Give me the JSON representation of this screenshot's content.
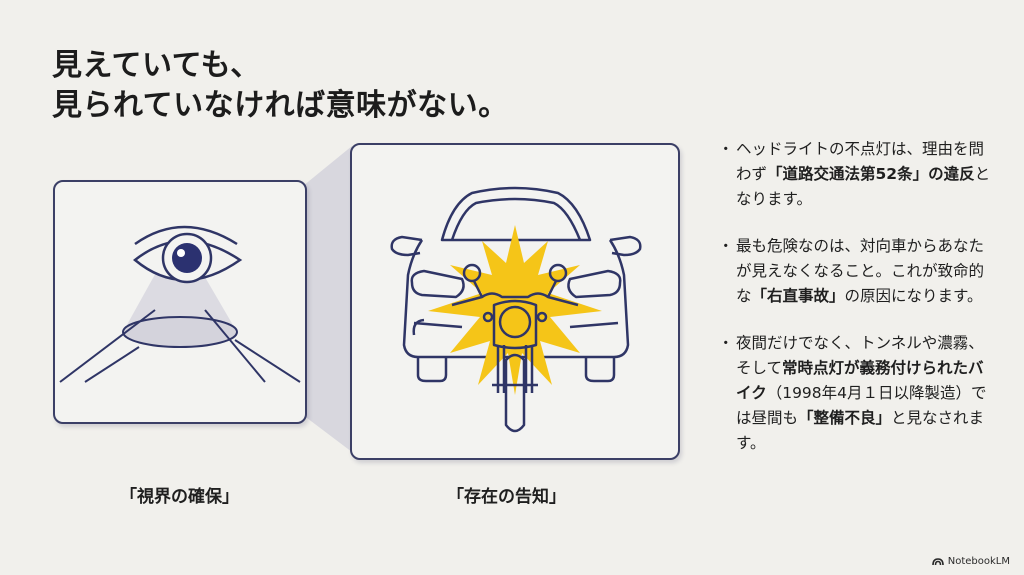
{
  "title": {
    "line1": "見えていても、",
    "line2": "見られていなければ意味がない。"
  },
  "panels": {
    "left": {
      "icon": "eye-field-of-view-icon",
      "caption": "「視界の確保」"
    },
    "right": {
      "icon": "car-motorcycle-headlight-icon",
      "caption": "「存在の告知」"
    }
  },
  "bullets": [
    {
      "parts": [
        {
          "text": "ヘッドライトの不点灯は、理由を問わず",
          "bold": false
        },
        {
          "text": "「道路交通法第52条」の違反",
          "bold": true
        },
        {
          "text": "となります。",
          "bold": false
        }
      ]
    },
    {
      "parts": [
        {
          "text": "最も危険なのは、対向車からあなたが見えなくなること。これが致命的な",
          "bold": false
        },
        {
          "text": "「右直事故」",
          "bold": true
        },
        {
          "text": "の原因になります。",
          "bold": false
        }
      ]
    },
    {
      "parts": [
        {
          "text": "夜間だけでなく、トンネルや濃霧、そして",
          "bold": false
        },
        {
          "text": "常時点灯が義務付けられたバイク",
          "bold": true
        },
        {
          "text": "（1998年4月１日以降製造）では昼間も",
          "bold": false
        },
        {
          "text": "「整備不良」",
          "bold": true
        },
        {
          "text": "と見なされます。",
          "bold": false
        }
      ]
    }
  ],
  "bullet_symbol": "・",
  "brand": {
    "label": "NotebookLM",
    "icon": "notebooklm-logo-icon"
  },
  "colors": {
    "background": "#f1f0ec",
    "outline": "#2f3566",
    "accent_yellow": "#f5c518",
    "cone_fill": "#d9d8e0"
  }
}
